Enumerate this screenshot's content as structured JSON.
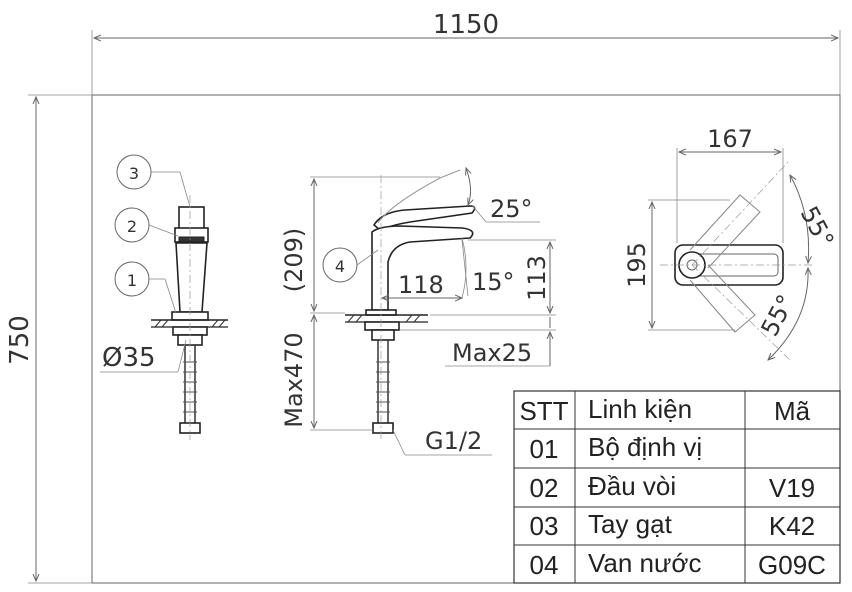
{
  "dimensions": {
    "overall_width": "1150",
    "overall_height": "750",
    "diameter": "Ø35",
    "height_209": "(209)",
    "spout_reach": "118",
    "angle_up": "25°",
    "angle_down": "15°",
    "spout_height": "113",
    "max_base": "Max25",
    "max_hose": "Max470",
    "thread": "G1/2",
    "top_width": "167",
    "top_depth": "195",
    "rot_angle_top": "55°",
    "rot_angle_bottom": "55°"
  },
  "callouts": [
    "1",
    "2",
    "3",
    "4"
  ],
  "table": {
    "headers": [
      "STT",
      "Linh kiện",
      "Mã"
    ],
    "rows": [
      [
        "01",
        "Bộ định vị",
        ""
      ],
      [
        "02",
        "Đầu vòi",
        "V19"
      ],
      [
        "03",
        "Tay gạt",
        "K42"
      ],
      [
        "04",
        "Van nước",
        "G09C"
      ]
    ]
  }
}
